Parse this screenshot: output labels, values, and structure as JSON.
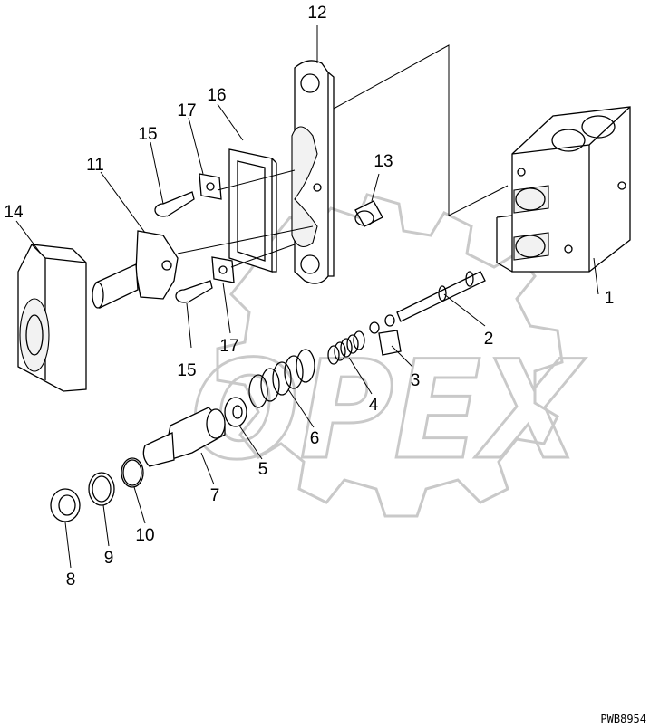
{
  "drawing_code": "PWB8954",
  "watermark": {
    "text": "OPEX"
  },
  "parts": [
    {
      "no": "1",
      "icon": "valve-body-icon"
    },
    {
      "no": "2",
      "icon": "spool-icon"
    },
    {
      "no": "3",
      "icon": "shim-icon"
    },
    {
      "no": "4",
      "icon": "small-spring-icon"
    },
    {
      "no": "5",
      "icon": "spring-seat-icon"
    },
    {
      "no": "6",
      "icon": "large-spring-icon"
    },
    {
      "no": "7",
      "icon": "piston-icon"
    },
    {
      "no": "8",
      "icon": "plug-icon"
    },
    {
      "no": "9",
      "icon": "backup-ring-icon"
    },
    {
      "no": "10",
      "icon": "o-ring-icon"
    },
    {
      "no": "11",
      "icon": "flange-plunger-icon"
    },
    {
      "no": "12",
      "icon": "cover-plate-icon"
    },
    {
      "no": "13",
      "icon": "pin-icon"
    },
    {
      "no": "14",
      "icon": "end-cap-icon"
    },
    {
      "no": "15",
      "icon": "bolt-icon"
    },
    {
      "no": "16",
      "icon": "gasket-icon"
    },
    {
      "no": "17",
      "icon": "washer-plate-icon"
    }
  ]
}
